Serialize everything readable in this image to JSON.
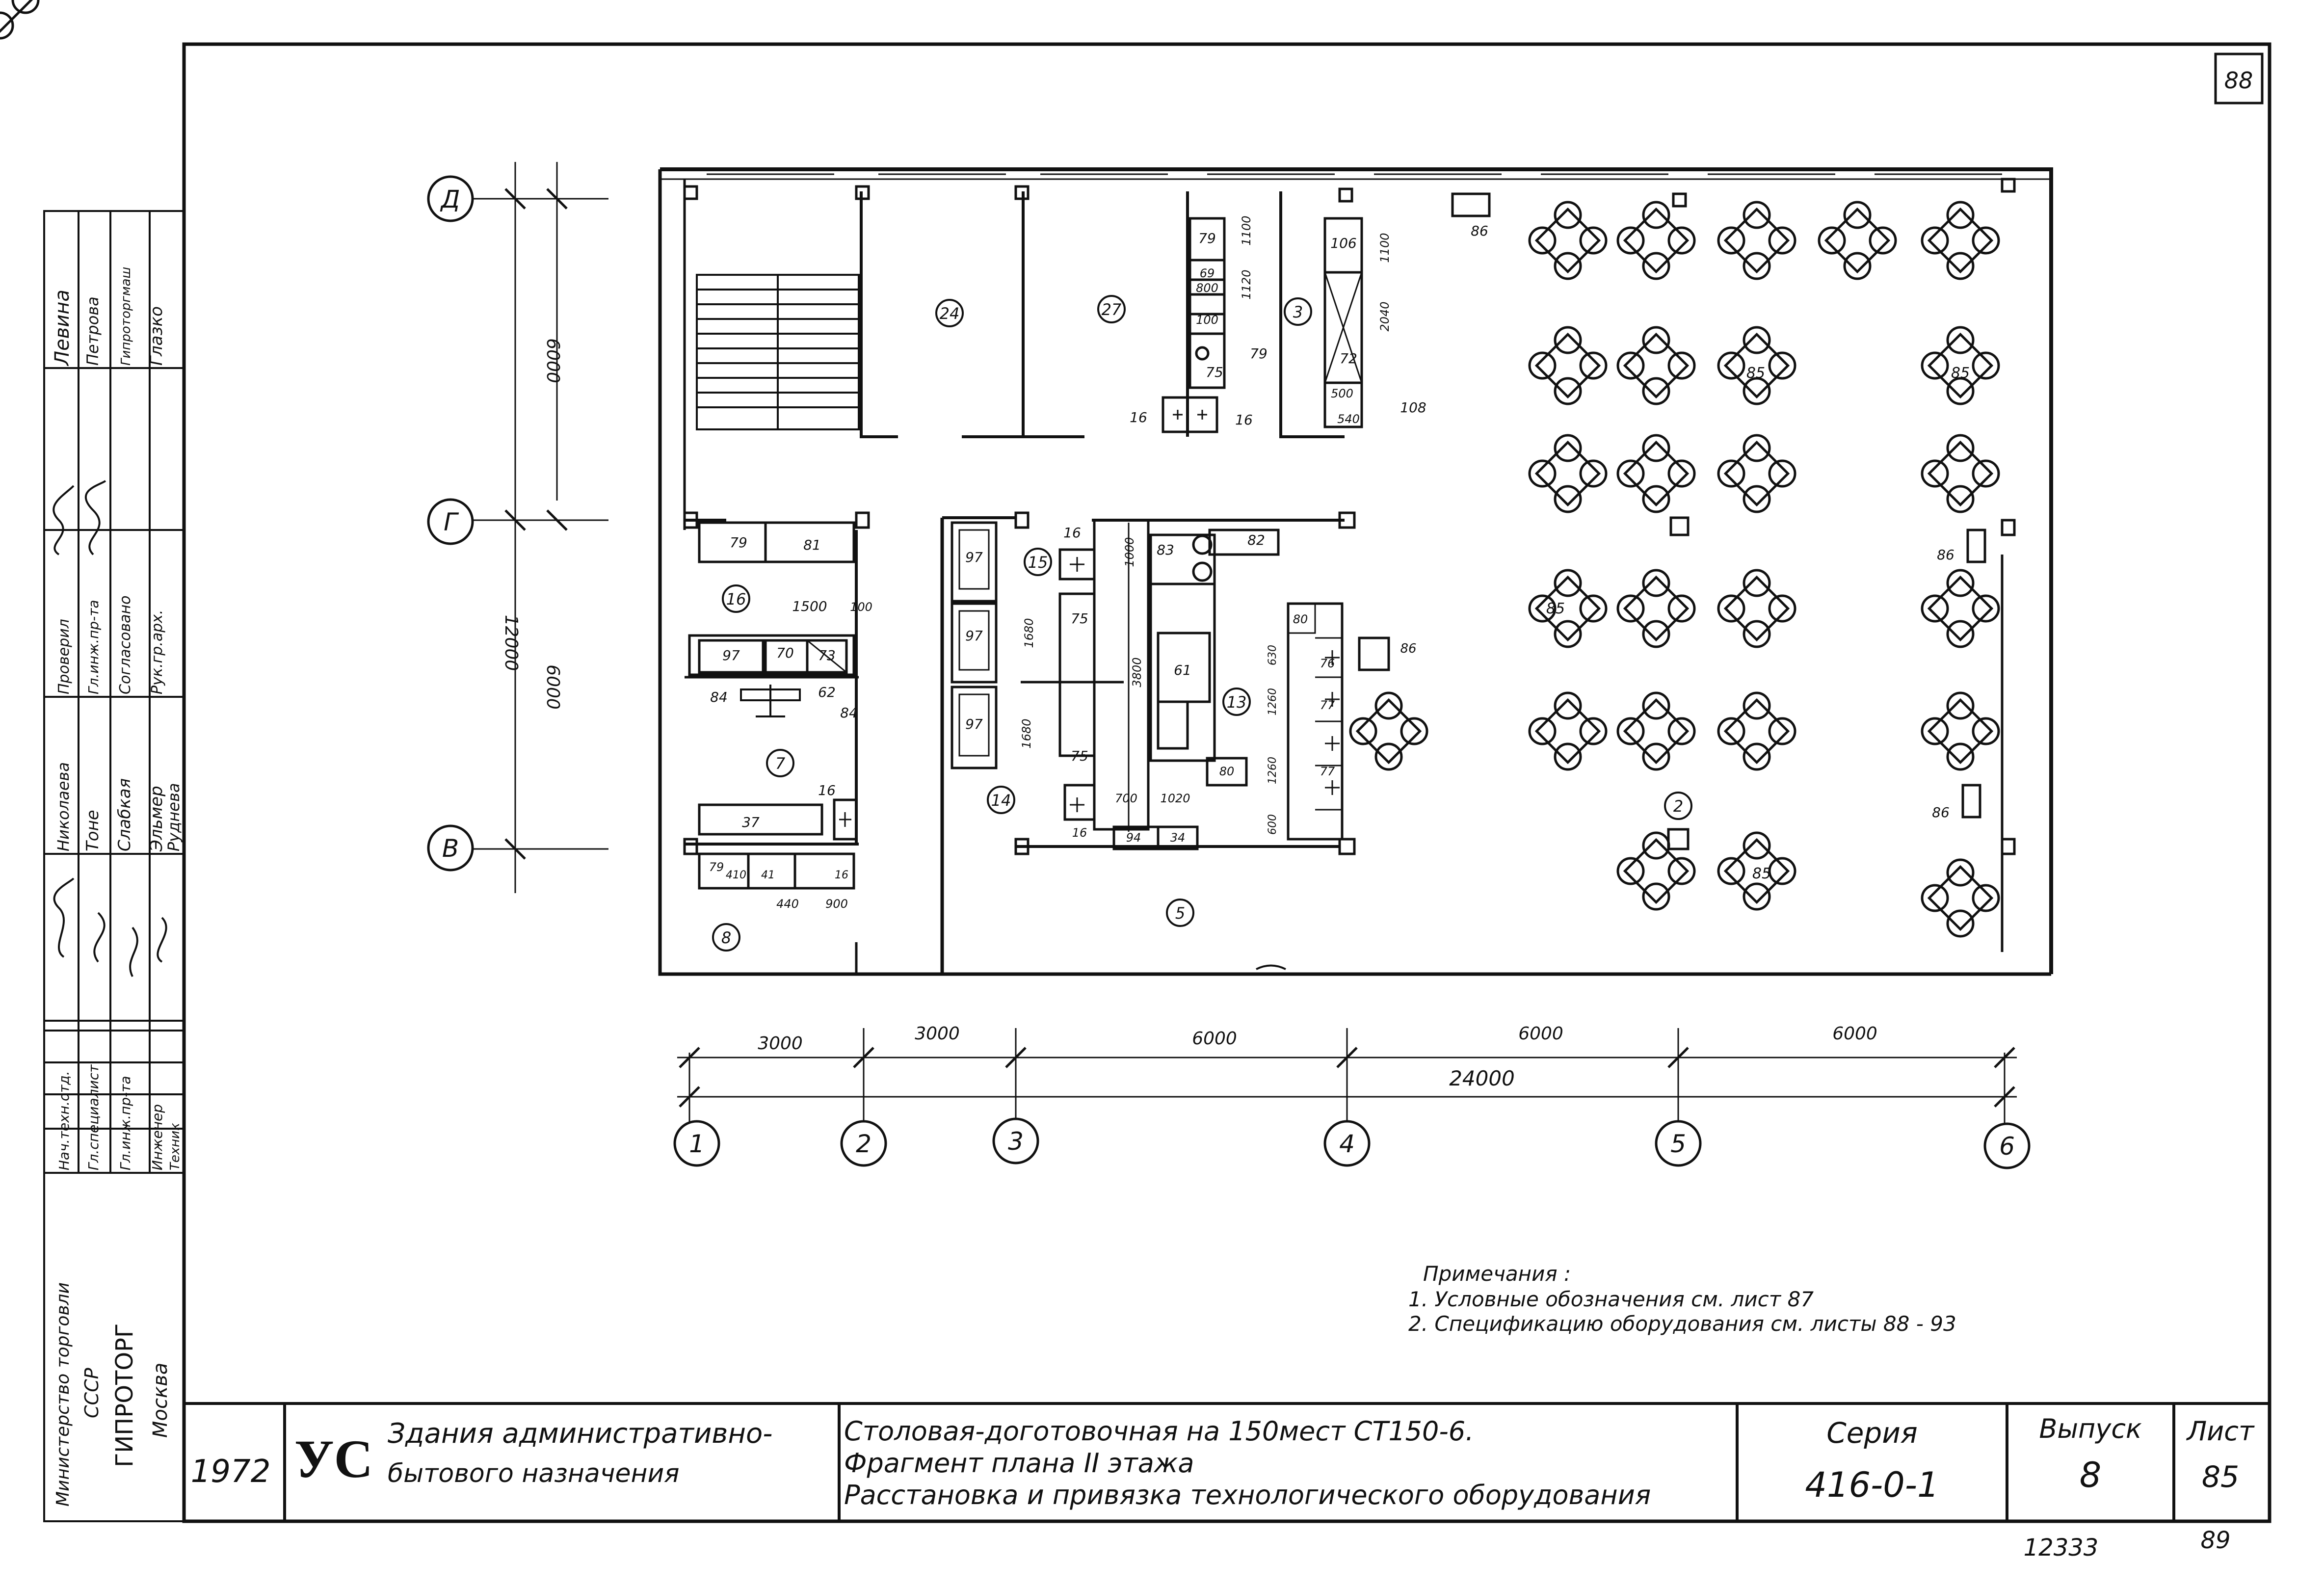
{
  "sheet": {
    "number_top": "88",
    "number_bottom_right": "89",
    "archive_number": "12333"
  },
  "axes": {
    "rows": [
      "Д",
      "Г",
      "В"
    ],
    "cols": [
      "1",
      "2",
      "3",
      "4",
      "5",
      "6"
    ],
    "vertical_dims": [
      "6000",
      "12000",
      "6000"
    ],
    "horizontal_dims": [
      "3000",
      "3000",
      "6000",
      "6000",
      "6000"
    ],
    "total_dim": "24000"
  },
  "rooms": [
    "24",
    "27",
    "3",
    "16",
    "7",
    "8",
    "15",
    "14",
    "13",
    "5",
    "2"
  ],
  "equipment_labels": {
    "e79a": "79",
    "e69": "69",
    "e800": "800",
    "e100": "100",
    "e75a": "75",
    "e79b": "79",
    "e106": "106",
    "e72": "72",
    "e500": "500",
    "e540": "540",
    "e108": "108",
    "e86a": "86",
    "e16a": "16",
    "e16b": "16",
    "e79c": "79",
    "e81": "81",
    "e1500": "1500",
    "e100b": "100",
    "e97a": "97",
    "e70": "70",
    "e73": "73",
    "e84a": "84",
    "e62": "62",
    "e84b": "84",
    "e16c": "16",
    "e37": "37",
    "e79d": "79",
    "e410": "410",
    "e41": "41",
    "e16d": "16",
    "e900": "900",
    "e440": "440",
    "e97b": "97",
    "e97c": "97",
    "e97d": "97",
    "e16e": "16",
    "e1000": "1000",
    "e83": "83",
    "e82": "82",
    "e75b": "75",
    "e1680a": "1680",
    "e3800": "3800",
    "e61": "61",
    "e1680b": "1680",
    "e75c": "75",
    "e80a": "80",
    "e76": "76",
    "e630": "630",
    "e1260a": "1260",
    "e77a": "77",
    "e77b": "77",
    "e1260b": "1260",
    "e600": "600",
    "e80b": "80",
    "e700": "700",
    "e1020": "1020",
    "e16f": "16",
    "e94": "94",
    "e34": "34",
    "e86b": "86",
    "e86c": "86",
    "e86d": "86",
    "e85a": "85",
    "e85b": "85",
    "e85c": "85",
    "e85d": "85",
    "e1100a": "1100",
    "e1120": "1120",
    "e1100b": "1100",
    "e2040": "2040"
  },
  "notes": {
    "title": "Примечания :",
    "line1": "1. Условные обозначения см. лист 87",
    "line2": "2. Спецификацию оборудования см. листы 88 - 93"
  },
  "left_stamp": {
    "org_line1": "Министерство торговли",
    "org_line2": "СССР",
    "org_line3": "ГИПРОТОРГ",
    "org_line4": "Москва",
    "roles": [
      "Нач.техн.отд.",
      "Гл.специалист",
      "Гл.инж.пр-та",
      "Инженер",
      "Техник"
    ],
    "names": [
      "Николаева",
      "Тоне",
      "Слабкая",
      "Эльмер",
      "Руднева"
    ],
    "roles2": [
      "Проверил",
      "Гл.инж.пр-та",
      "Согласовано",
      "Рук.гр.арх."
    ],
    "names2": [
      "Левина",
      "Петрова",
      "Гипроторгмаш",
      "Глазко"
    ]
  },
  "title_block": {
    "year": "1972",
    "logo": "УС",
    "category_line1": "Здания административно-",
    "category_line2": "бытового назначения",
    "desc_line1": "Столовая-доготовочная на 150мест  СТ150-6.",
    "desc_line2": "Фрагмент плана II этажа",
    "desc_line3": "Расстановка и привязка технологического оборудования",
    "series_label": "Серия",
    "series_value": "416-0-1",
    "issue_label": "Выпуск",
    "issue_value": "8",
    "sheet_label": "Лист",
    "sheet_value": "85"
  }
}
